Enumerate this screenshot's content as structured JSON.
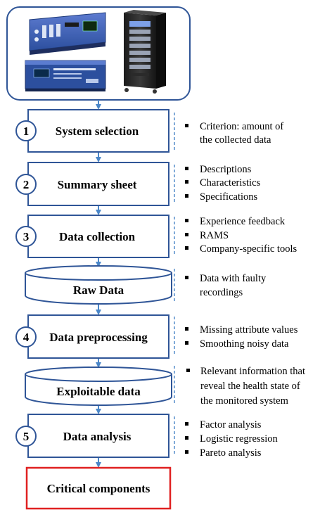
{
  "steps": [
    {
      "number": "1",
      "title": "System selection",
      "notes": [
        "Criterion: amount of the collected data"
      ]
    },
    {
      "number": "2",
      "title": "Summary sheet",
      "notes": [
        "Descriptions",
        "Characteristics",
        "Specifications"
      ]
    },
    {
      "number": "3",
      "title": "Data collection",
      "notes": [
        "Experience feedback",
        "RAMS",
        "Company-specific tools"
      ]
    },
    {
      "number": "",
      "title": "Raw Data",
      "notes": [
        "Data with faulty recordings"
      ]
    },
    {
      "number": "4",
      "title": "Data preprocessing",
      "notes": [
        "Missing attribute values",
        "Smoothing noisy data"
      ]
    },
    {
      "number": "",
      "title": "Exploitable data",
      "notes": [
        "Relevant information that reveal the health state of the monitored system"
      ]
    },
    {
      "number": "5",
      "title": "Data analysis",
      "notes": [
        "Factor analysis",
        "Logistic regression",
        "Pareto analysis"
      ]
    },
    {
      "number": "",
      "title": "Critical components",
      "notes": []
    }
  ],
  "lines": {
    "s1": [
      "System selection"
    ],
    "n1": [
      "Criterion: amount of",
      "the collected data"
    ],
    "n2": [
      "Descriptions",
      "Characteristics",
      "Specifications"
    ],
    "n3": [
      "Experience feedback",
      "RAMS",
      "Company-specific tools"
    ],
    "n4": [
      "Data with faulty",
      "recordings"
    ],
    "n5": [
      "Missing attribute values",
      "Smoothing noisy data"
    ],
    "n6": [
      "Relevant information that",
      "reveal the health state of",
      "the monitored system"
    ],
    "n7": [
      "Factor analysis",
      "Logistic regression",
      "Pareto analysis"
    ]
  },
  "colors": {
    "box_border": "#2f5597",
    "arrow": "#4a86c8",
    "final_border": "#e02020",
    "equipment_frame": "#2f5597",
    "device_blue": "#2c4f9e"
  },
  "icons": [
    "rack-device-icon",
    "cabinet-server-icon",
    "pv-monitor-device-icon"
  ]
}
